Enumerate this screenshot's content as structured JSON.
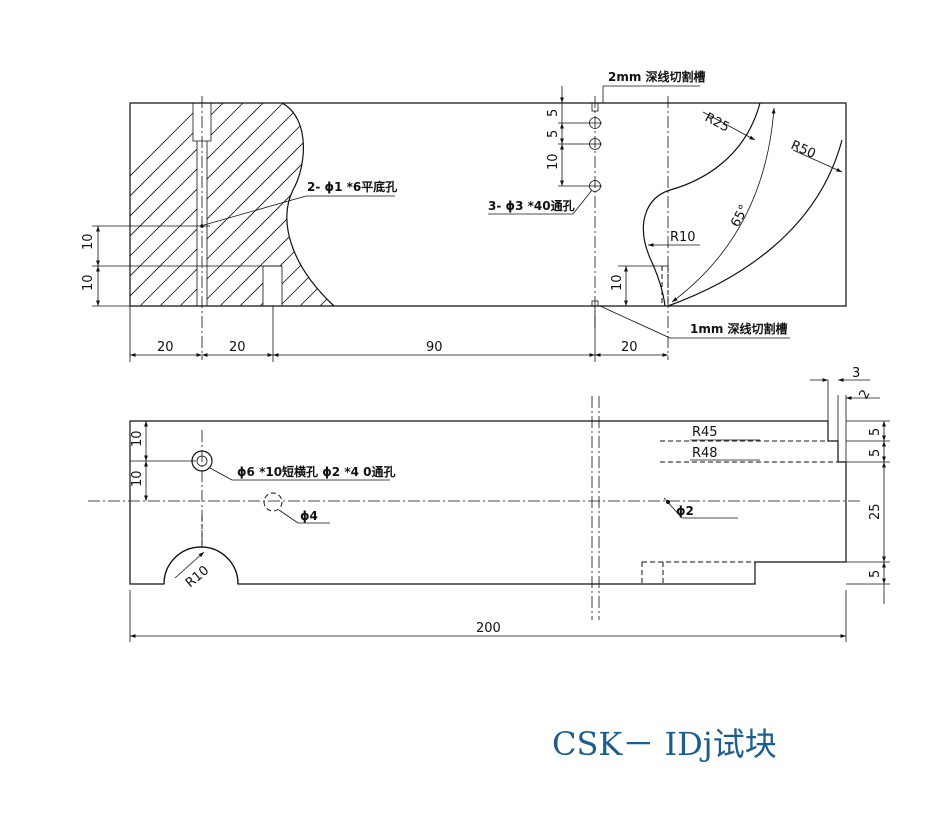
{
  "top_view": {
    "note_notch_2mm": "2mm 深线切割槽",
    "note_notch_1mm": "1mm 深线切割槽",
    "note_flat_holes": "2- ϕ1 *6平底孔",
    "note_through_holes": "3- ϕ3 *40通孔",
    "radius_r25": "R25",
    "radius_r50": "R50",
    "radius_r10": "R10",
    "angle_65": "65°",
    "dim_5a": "5",
    "dim_5b": "5",
    "dim_10_right": "10",
    "dim_10_left_a": "10",
    "dim_10_left_b": "10",
    "dim_10_notch": "10",
    "dim_20_a": "20",
    "dim_20_b": "20",
    "dim_90": "90",
    "dim_20_c": "20"
  },
  "bottom_view": {
    "note_cross_hole": "ϕ6 *10短横孔 ϕ2 *4 0通孔",
    "note_phi4": "ϕ4",
    "note_phi2": "ϕ2",
    "radius_r45": "R45",
    "radius_r48": "R48",
    "radius_r10": "R10",
    "dim_10_a": "10",
    "dim_10_b": "10",
    "dim_3": "3",
    "dim_2": "2",
    "dim_5_a": "5",
    "dim_5_b": "5",
    "dim_25": "25",
    "dim_5_c": "5",
    "dim_200": "200"
  },
  "title": "CSK－ IDj试块",
  "colors": {
    "ink": "#111111",
    "title": "#1c5d8f",
    "background": "#ffffff"
  }
}
